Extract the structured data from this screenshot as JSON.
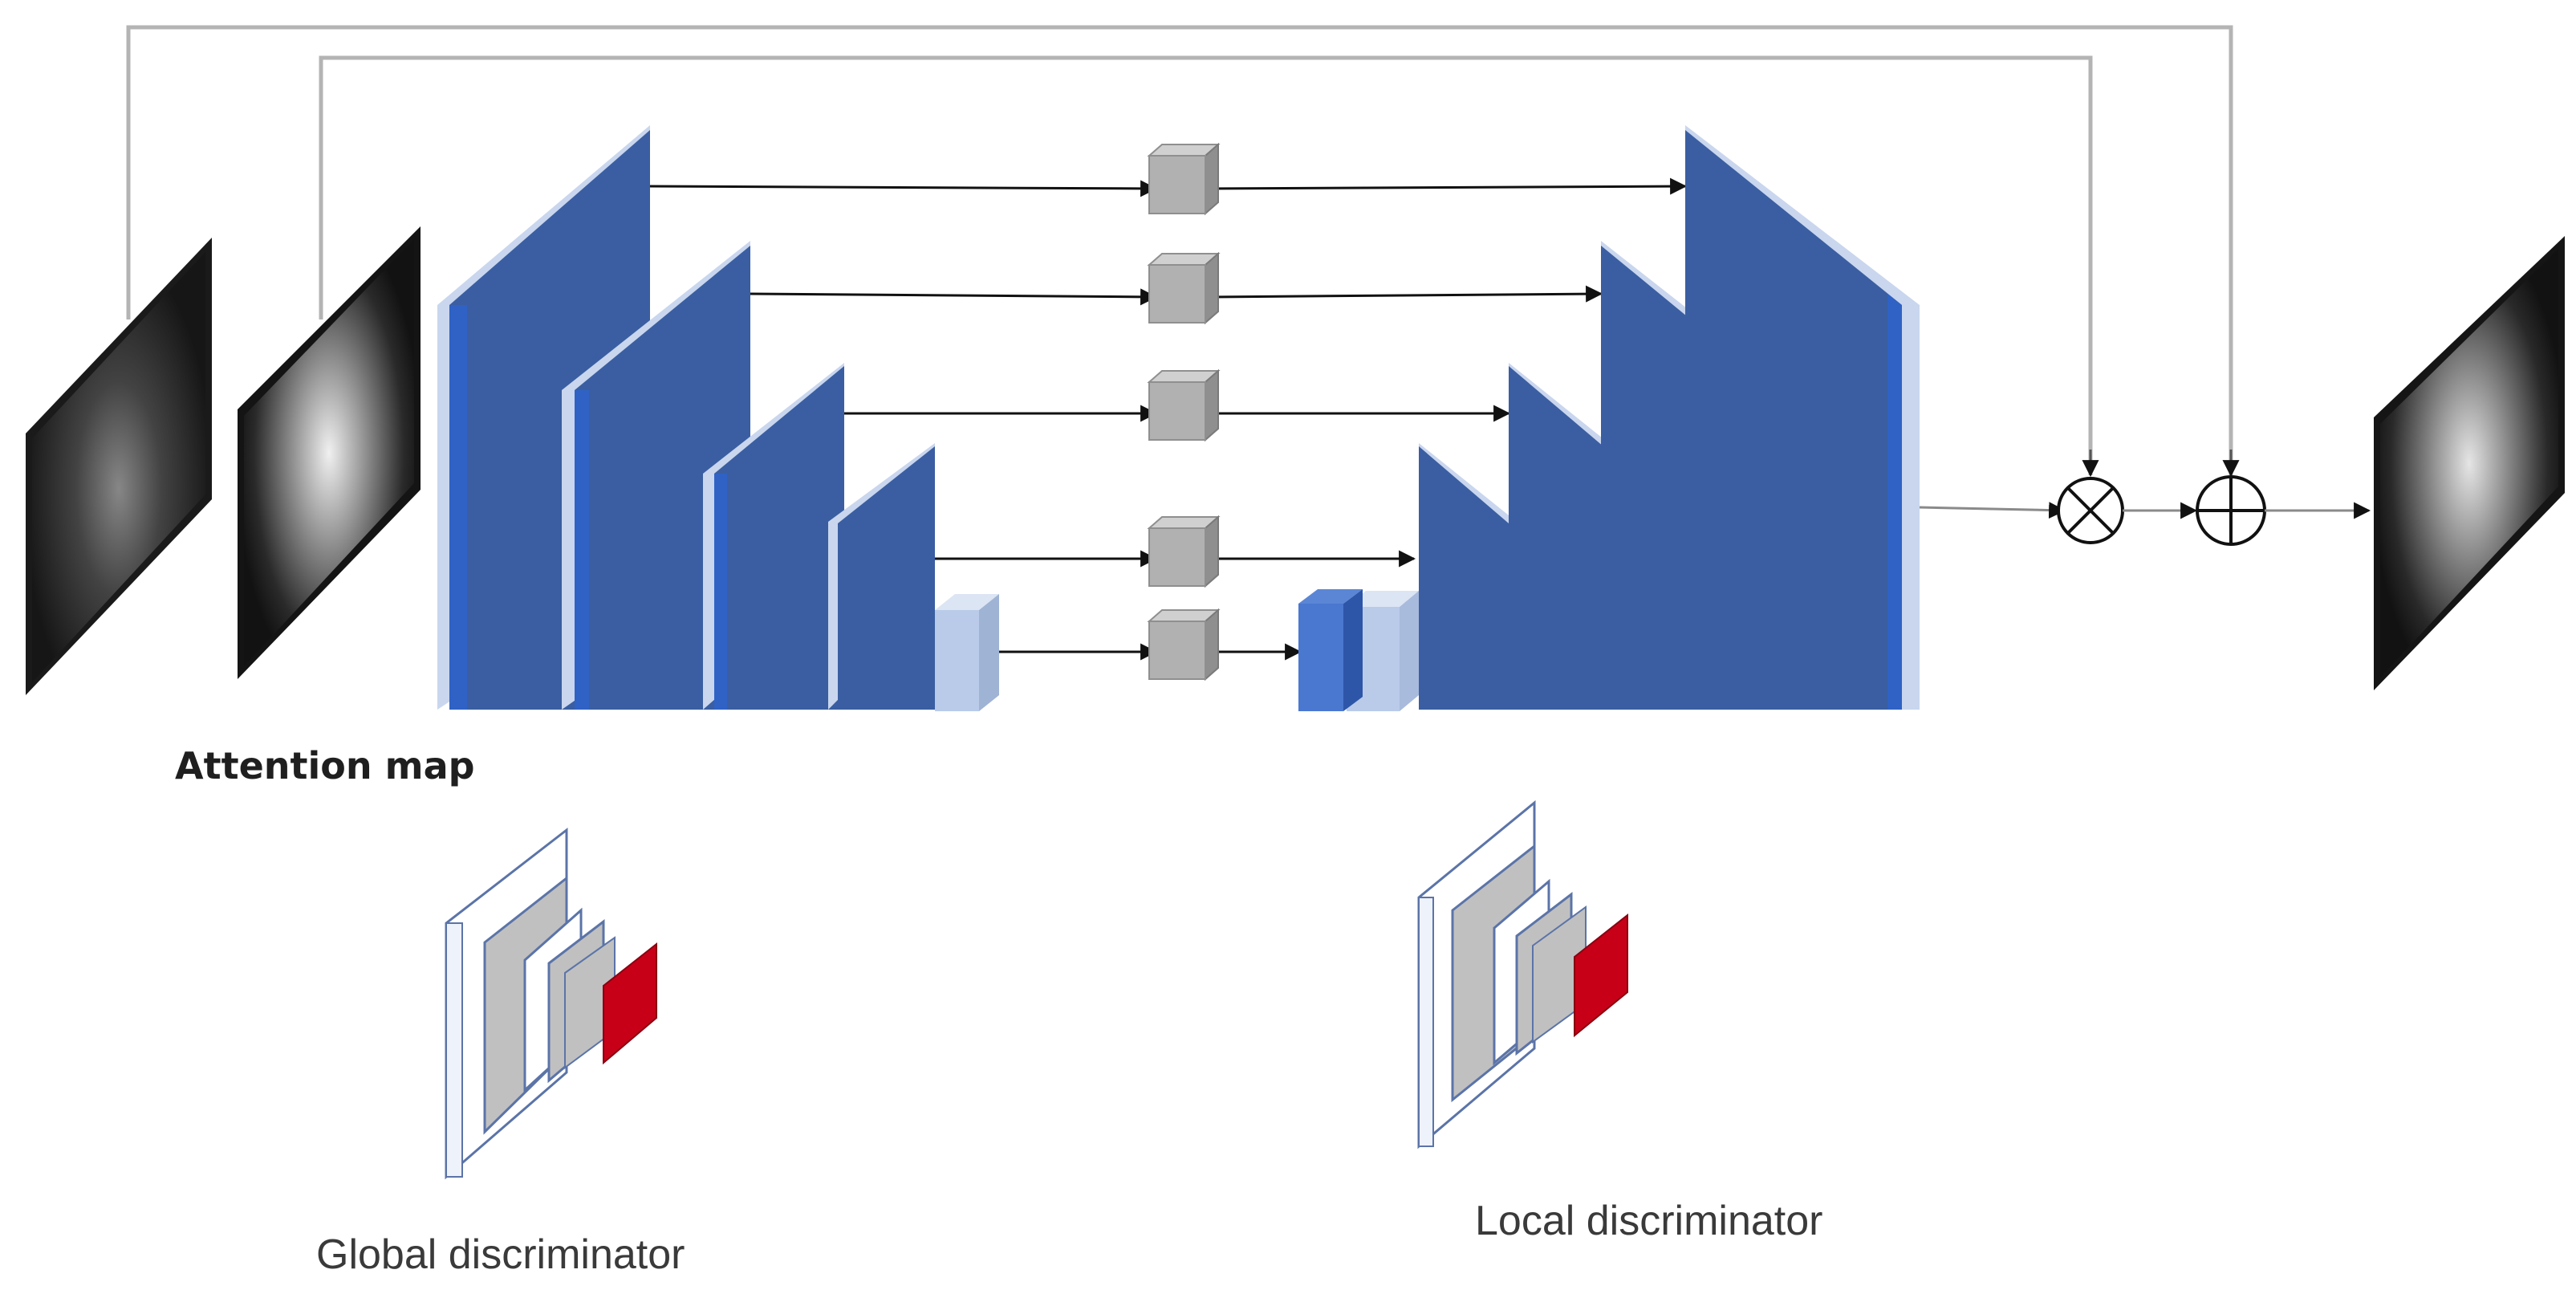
{
  "labels": {
    "attention_map": "Attention map",
    "global_discriminator": "Global discriminator",
    "local_discriminator": "Local discriminator"
  },
  "colors": {
    "block_blue": "#3a5ea1",
    "block_edge": "#2f62c4",
    "block_light": "#b9cbe9",
    "cube_gray": "#b1b1b1",
    "disc_gray": "#bfbfbf",
    "disc_red": "#c70018",
    "line": "#000000",
    "skip_line": "#b4b4b4"
  },
  "icons": {
    "multiply": "circle-times-icon",
    "add": "circle-plus-icon"
  }
}
